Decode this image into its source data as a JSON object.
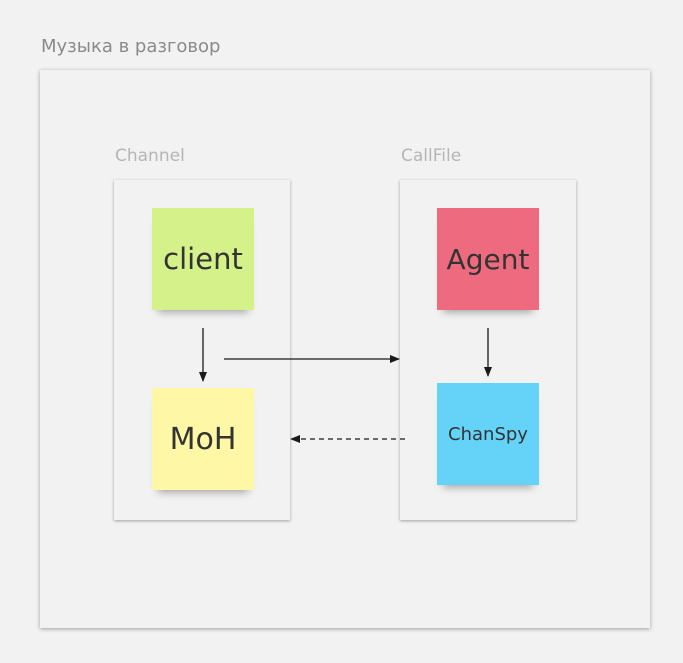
{
  "board": {
    "frame_title": "Музыка в разговор"
  },
  "groups": {
    "channel": {
      "title": "Channel"
    },
    "callfile": {
      "title": "CallFile"
    }
  },
  "stickies": {
    "client": {
      "label": "client",
      "color": "#d5f18a"
    },
    "moh": {
      "label": "MoH",
      "color": "#fdf7a6"
    },
    "agent": {
      "label": "Agent",
      "color": "#ee6b7f"
    },
    "chanspy": {
      "label": "ChanSpy",
      "color": "#64d3f7"
    }
  },
  "connectors": [
    {
      "from": "client",
      "to": "moh",
      "style": "solid"
    },
    {
      "from": "channel",
      "to": "callfile",
      "style": "solid"
    },
    {
      "from": "agent",
      "to": "chanspy",
      "style": "solid"
    },
    {
      "from": "chanspy",
      "to": "moh",
      "style": "dashed"
    }
  ]
}
